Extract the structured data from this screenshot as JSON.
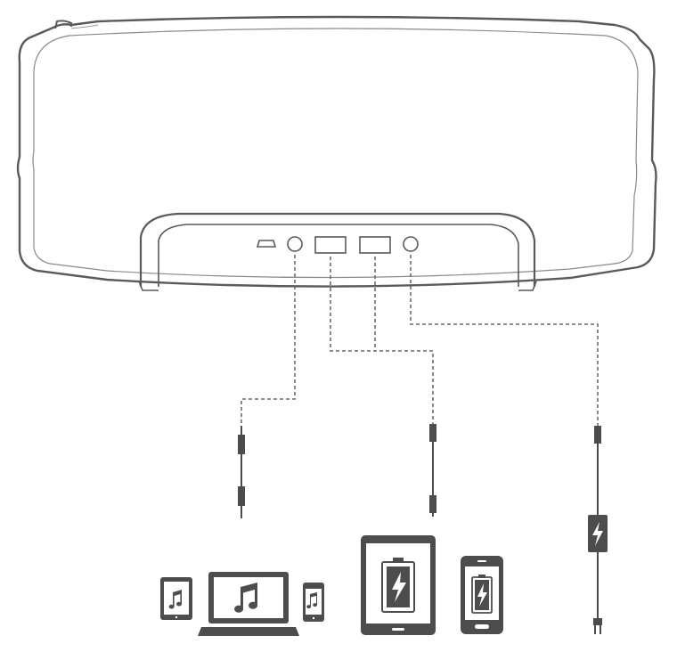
{
  "diagram": {
    "colors": {
      "outline": "#5a5a5a",
      "dark": "#4d4d4d",
      "dashed": "#6b6b6b",
      "screen": "#ffffff"
    },
    "ports": [
      {
        "name": "micro-usb-port",
        "icon": "micro-usb-icon"
      },
      {
        "name": "aux-in-port",
        "icon": "audio-jack-icon"
      },
      {
        "name": "usb-port-1",
        "icon": "usb-a-icon"
      },
      {
        "name": "usb-port-2",
        "icon": "usb-a-icon"
      },
      {
        "name": "dc-in-port",
        "icon": "power-jack-icon"
      }
    ],
    "devices": [
      {
        "name": "tablet-music",
        "icon": "music-note-icon"
      },
      {
        "name": "laptop-music",
        "icon": "music-note-icon"
      },
      {
        "name": "phone-music",
        "icon": "music-note-icon"
      },
      {
        "name": "tablet-charging",
        "icon": "battery-charging-icon"
      },
      {
        "name": "phone-charging",
        "icon": "battery-charging-icon"
      }
    ],
    "cables": [
      {
        "name": "aux-cable",
        "icon": "audio-cable-icon"
      },
      {
        "name": "usb-cable",
        "icon": "usb-cable-icon"
      },
      {
        "name": "power-cable",
        "icon": "power-adapter-icon"
      }
    ]
  }
}
